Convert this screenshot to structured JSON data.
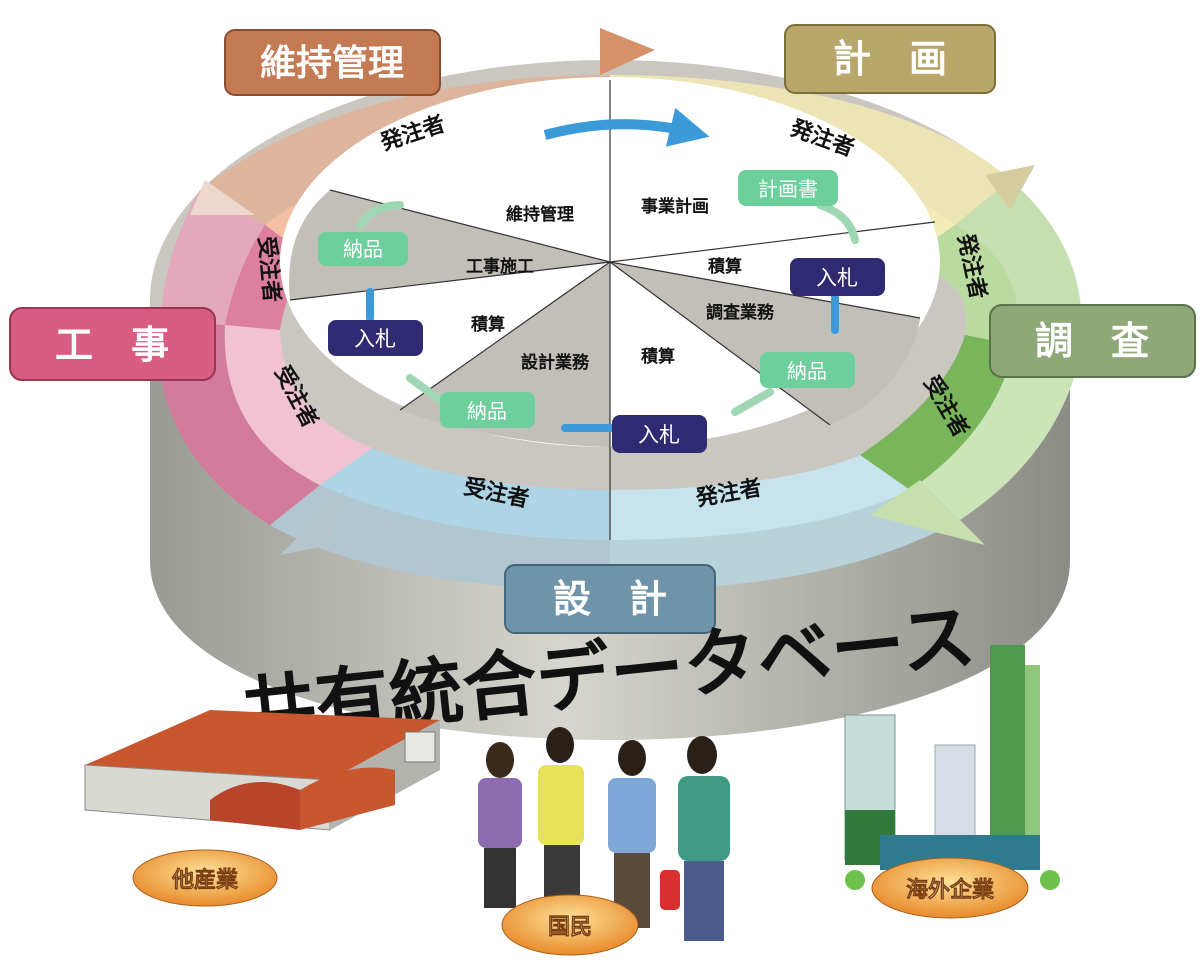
{
  "phases": {
    "maintenance": "維持管理",
    "planning": "計　画",
    "survey": "調　査",
    "design": "設　計",
    "construction": "工　事"
  },
  "ring_labels": {
    "orderer_top_left": "発注者",
    "orderer_top_right": "発注者",
    "orderer_right": "発注者",
    "contractor_right": "受注者",
    "orderer_bottom_right": "発注者",
    "contractor_bottom_left": "受注者",
    "contractor_left": "受注者",
    "contractor_top_left": "受注者"
  },
  "sectors": {
    "maintenance": "維持管理",
    "project_plan": "事業計画",
    "estimate_right": "積算",
    "survey_work": "調査業務",
    "estimate_bottom": "積算",
    "design_work": "設計業務",
    "estimate_left": "積算",
    "construction_work": "工事施工"
  },
  "tags": {
    "plan_doc": "計画書",
    "bid_right": "入札",
    "delivery_right": "納品",
    "bid_bottom": "入札",
    "delivery_bottom": "納品",
    "bid_left": "入札",
    "delivery_top_left": "納品"
  },
  "database_title": "共有統合データベース",
  "stakeholders": {
    "other_industries": "他産業",
    "citizens": "国民",
    "overseas_companies": "海外企業"
  },
  "colors": {
    "maintenance": "#c47a52",
    "planning": "#b8a66a",
    "survey": "#8fa878",
    "design": "#6f93a8",
    "construction": "#d95c82",
    "bid_tag": "#2f2a72",
    "delivery_tag": "#6ccf9c",
    "flow_arrow": "#3d9ad8"
  }
}
